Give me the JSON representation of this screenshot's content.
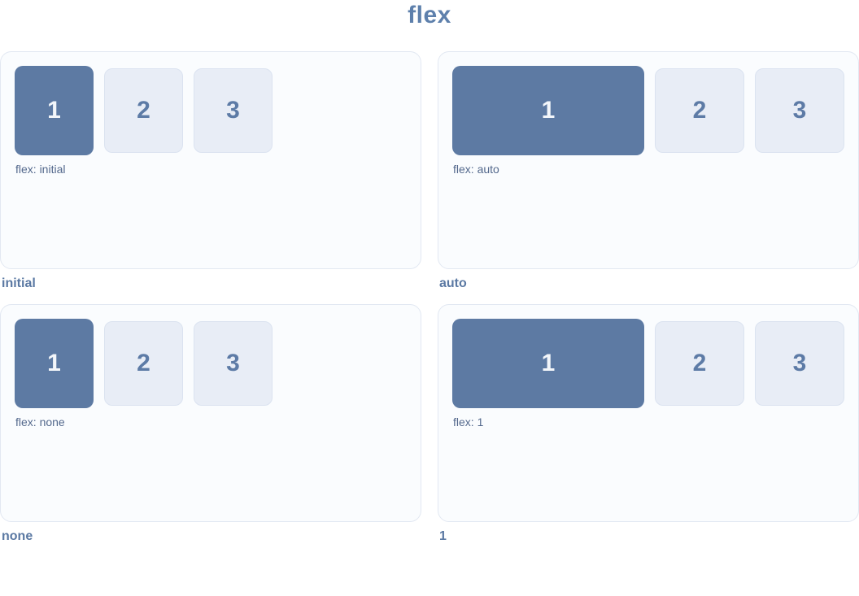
{
  "title": "flex",
  "colors": {
    "title_text": "#5e80ac",
    "panel_background": "#fafcfe",
    "panel_border": "#e2e8f2",
    "item1_background": "#5d7aa3",
    "item1_text": "#f3f6fa",
    "item_background": "#e8edf6",
    "item_border": "#dbe3f0",
    "item_text": "#5d7ba6",
    "flex_label_text": "#53688c",
    "caption_text": "#5b79a3"
  },
  "panels": [
    {
      "caption": "initial",
      "flex_label": "flex: initial",
      "items": [
        "1",
        "2",
        "3"
      ]
    },
    {
      "caption": "auto",
      "flex_label": "flex: auto",
      "items": [
        "1",
        "2",
        "3"
      ]
    },
    {
      "caption": "none",
      "flex_label": "flex: none",
      "items": [
        "1",
        "2",
        "3"
      ]
    },
    {
      "caption": "1",
      "flex_label": "flex: 1",
      "items": [
        "1",
        "2",
        "3"
      ]
    }
  ]
}
